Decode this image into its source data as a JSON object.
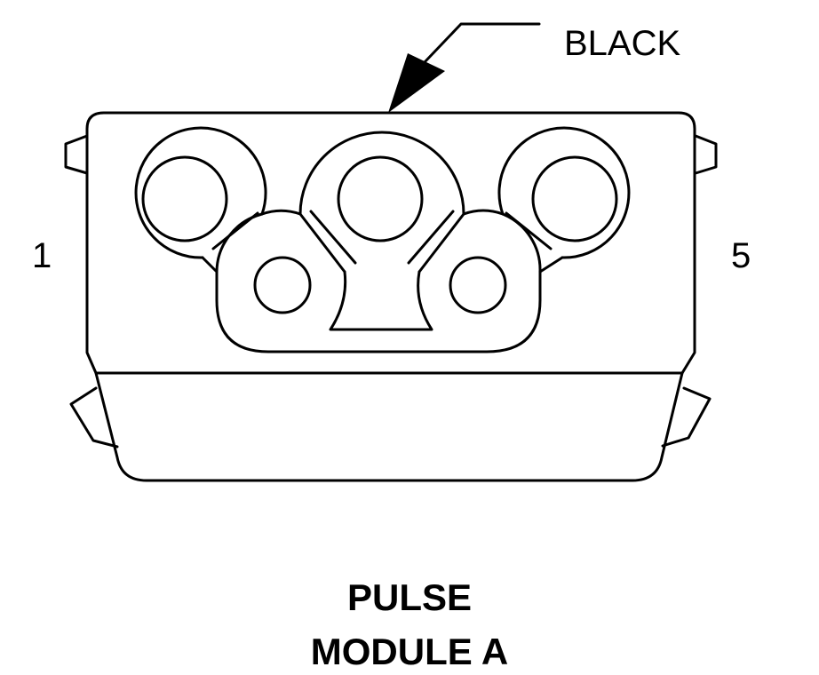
{
  "callout": {
    "color_label": "BLACK"
  },
  "pins": {
    "left_label": "1",
    "right_label": "5"
  },
  "caption": {
    "line1": "PULSE",
    "line2": "MODULE A"
  }
}
